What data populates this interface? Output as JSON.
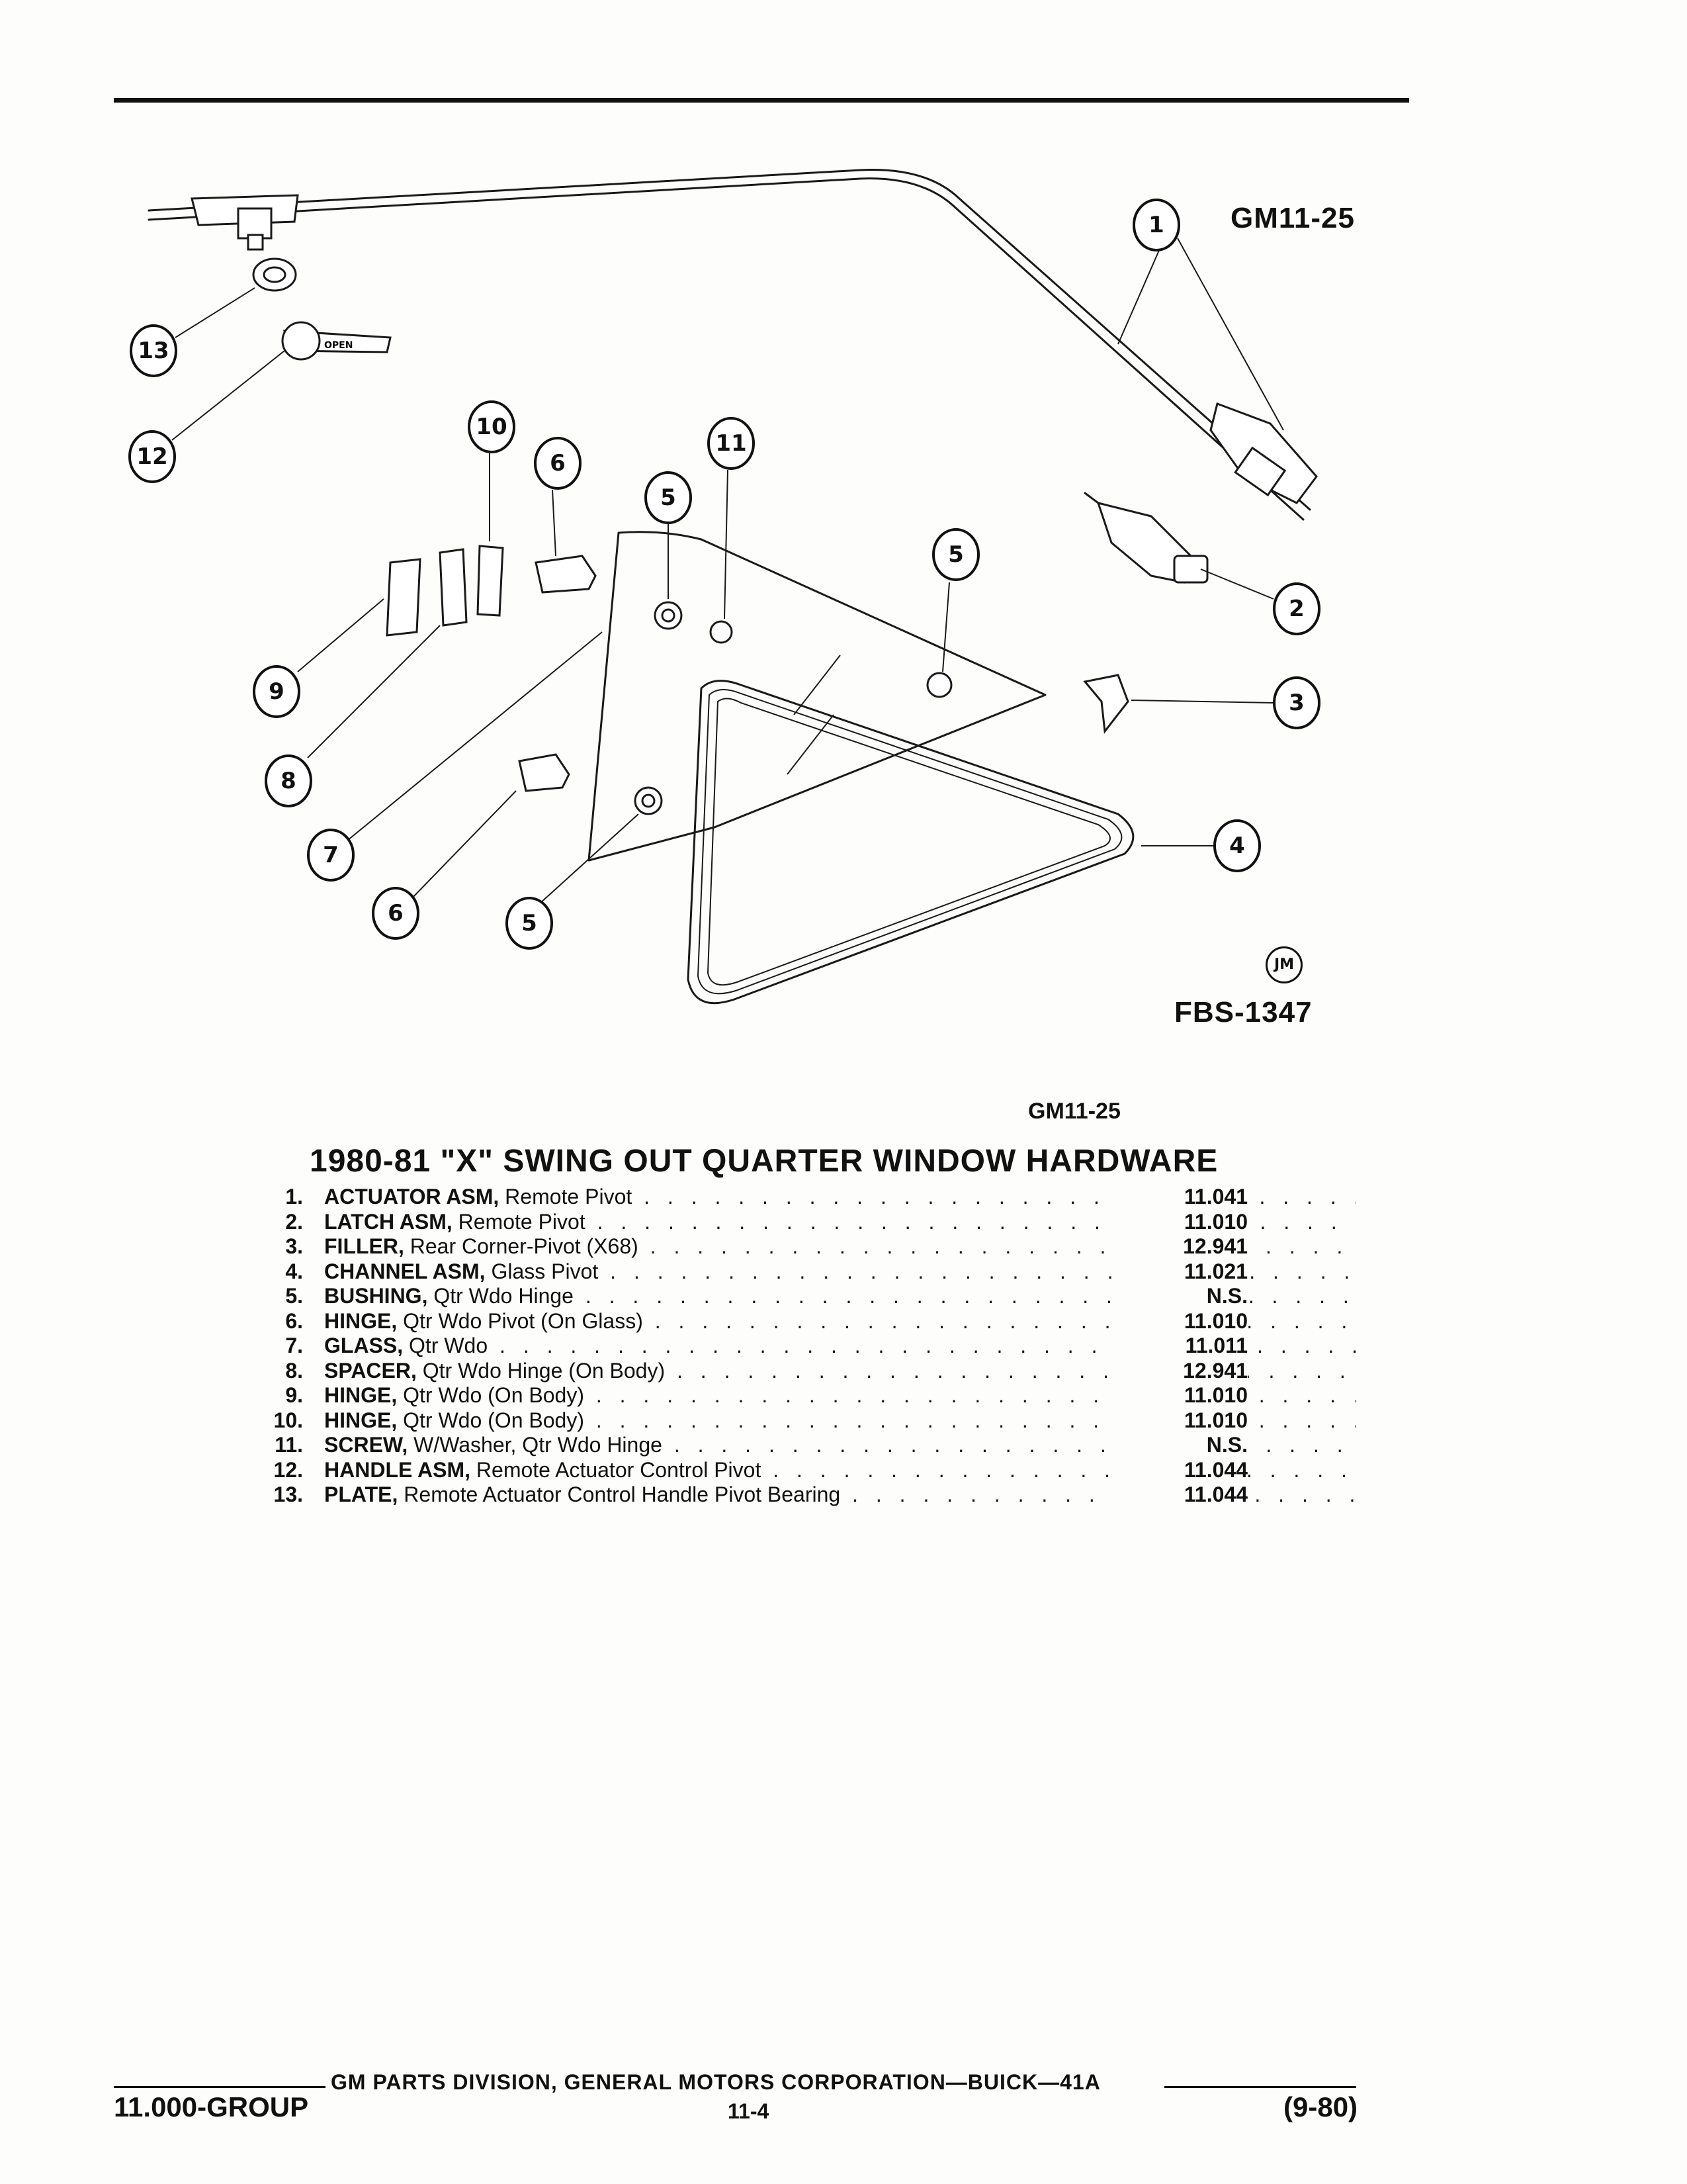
{
  "diagram": {
    "ref_top": "GM11-25",
    "ref_bottom": "FBS-1347",
    "maker_mark": "JM",
    "handle_text": "OPEN",
    "callouts": [
      "1",
      "2",
      "3",
      "4",
      "5",
      "6",
      "7",
      "8",
      "9",
      "10",
      "11",
      "12",
      "13"
    ]
  },
  "figure_code": "GM11-25",
  "section_title": "1980-81 \"X\" SWING OUT QUARTER WINDOW HARDWARE",
  "parts": [
    {
      "num": "1.",
      "name": "ACTUATOR ASM,",
      "desc": "Remote Pivot",
      "code": "11.041"
    },
    {
      "num": "2.",
      "name": "LATCH ASM,",
      "desc": "Remote Pivot",
      "code": "11.010"
    },
    {
      "num": "3.",
      "name": "FILLER,",
      "desc": "Rear Corner-Pivot (X68)",
      "code": "12.941"
    },
    {
      "num": "4.",
      "name": "CHANNEL ASM,",
      "desc": "Glass Pivot",
      "code": "11.021"
    },
    {
      "num": "5.",
      "name": "BUSHING,",
      "desc": "Qtr Wdo Hinge",
      "code": "N.S."
    },
    {
      "num": "6.",
      "name": "HINGE,",
      "desc": "Qtr Wdo Pivot (On Glass)",
      "code": "11.010"
    },
    {
      "num": "7.",
      "name": "GLASS,",
      "desc": "Qtr Wdo",
      "code": "11.011"
    },
    {
      "num": "8.",
      "name": "SPACER,",
      "desc": "Qtr Wdo Hinge (On Body)",
      "code": "12.941"
    },
    {
      "num": "9.",
      "name": "HINGE,",
      "desc": "Qtr Wdo (On Body)",
      "code": "11.010"
    },
    {
      "num": "10.",
      "name": "HINGE,",
      "desc": "Qtr Wdo (On Body)",
      "code": "11.010"
    },
    {
      "num": "11.",
      "name": "SCREW,",
      "desc": "W/Washer, Qtr Wdo Hinge",
      "code": "N.S."
    },
    {
      "num": "12.",
      "name": "HANDLE ASM,",
      "desc": "Remote Actuator Control Pivot",
      "code": "11.044"
    },
    {
      "num": "13.",
      "name": "PLATE,",
      "desc": "Remote Actuator Control Handle Pivot Bearing",
      "code": "11.044"
    }
  ],
  "footer": {
    "line": "GM PARTS DIVISION, GENERAL MOTORS CORPORATION—BUICK—41A",
    "group": "11.000-GROUP",
    "page": "11-4",
    "date": "(9-80)"
  }
}
